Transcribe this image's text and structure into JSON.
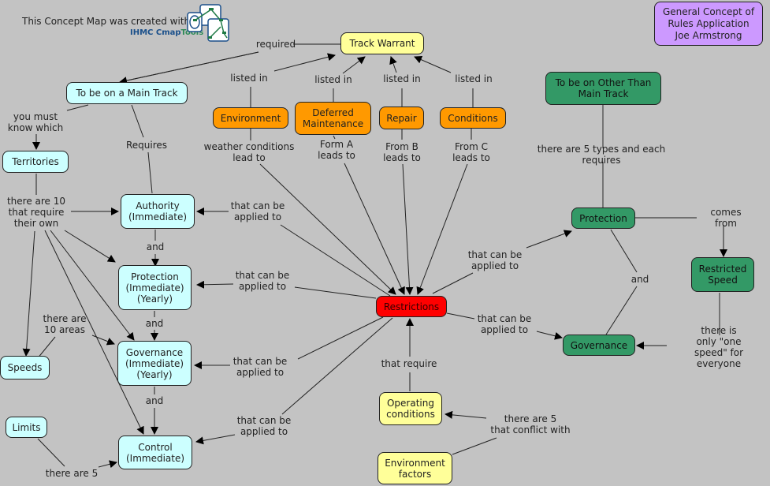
{
  "credit": {
    "text": "This Concept Map was created with",
    "brand_part1": "IHMC Cmap",
    "brand_part2": "Tools",
    "logo_icon": "cmaptools-logo-icon"
  },
  "title_box": {
    "text": "General Concept of\nRules Application\nJoe Armstrong"
  },
  "colors": {
    "background": "#c8c8c8",
    "concept_cyan": "#ccffff",
    "concept_orange": "#ff9900",
    "concept_yellow": "#ffff99",
    "concept_green": "#339966",
    "concept_red": "#ff0000",
    "title_purple": "#cc99ff"
  },
  "concepts": {
    "track_warrant": "Track Warrant",
    "main_track": "To be on a Main Track",
    "territories": "Territories",
    "authority": "Authority\n(Immediate)",
    "protection_iy": "Protection\n(Immediate)\n(Yearly)",
    "governance_iy": "Governance\n(Immediate)\n(Yearly)",
    "control": "Control\n(Immediate)",
    "speeds": "Speeds",
    "limits": "Limits",
    "environment": "Environment",
    "deferred_maintenance": "Deferred\nMaintenance",
    "repair": "Repair",
    "conditions": "Conditions",
    "restrictions": "Restrictions",
    "operating_conditions": "Operating\nconditions",
    "environment_factors": "Environment\nfactors",
    "other_than_main": "To be on Other Than\nMain Track",
    "protection_g": "Protection",
    "restricted_speed": "Restricted\nSpeed",
    "governance_g": "Governance"
  },
  "links": {
    "required": "required",
    "listed_in_1": "listed in",
    "listed_in_2": "listed in",
    "listed_in_3": "listed in",
    "listed_in_4": "listed in",
    "you_must_know": "you must\nknow which",
    "requires": "Requires",
    "weather": "weather conditions\nlead to",
    "form_a": "Form A\nleads to",
    "from_b": "From B\nleads to",
    "from_c": "From C\nleads to",
    "there_are_10": "there are 10\nthat require\ntheir own",
    "applied_authority": "that can be\napplied to",
    "and_1": "and",
    "applied_protection": "that can be\napplied to",
    "and_2": "and",
    "there_are_10_areas": "there are\n10 areas",
    "applied_governance": "that can be\napplied to",
    "and_3": "and",
    "applied_control": "that can be\napplied to",
    "there_are_5": "there are 5",
    "that_require": "that require",
    "conflict": "there are 5\nthat conflict with",
    "five_types": "there are 5 types and each requires",
    "applied_protection_g": "that can be\napplied to",
    "applied_governance_g": "that can be\napplied to",
    "comes_from": "comes from",
    "and_g": "and",
    "one_speed": "there is only \"one\nspeed\" for everyone"
  }
}
